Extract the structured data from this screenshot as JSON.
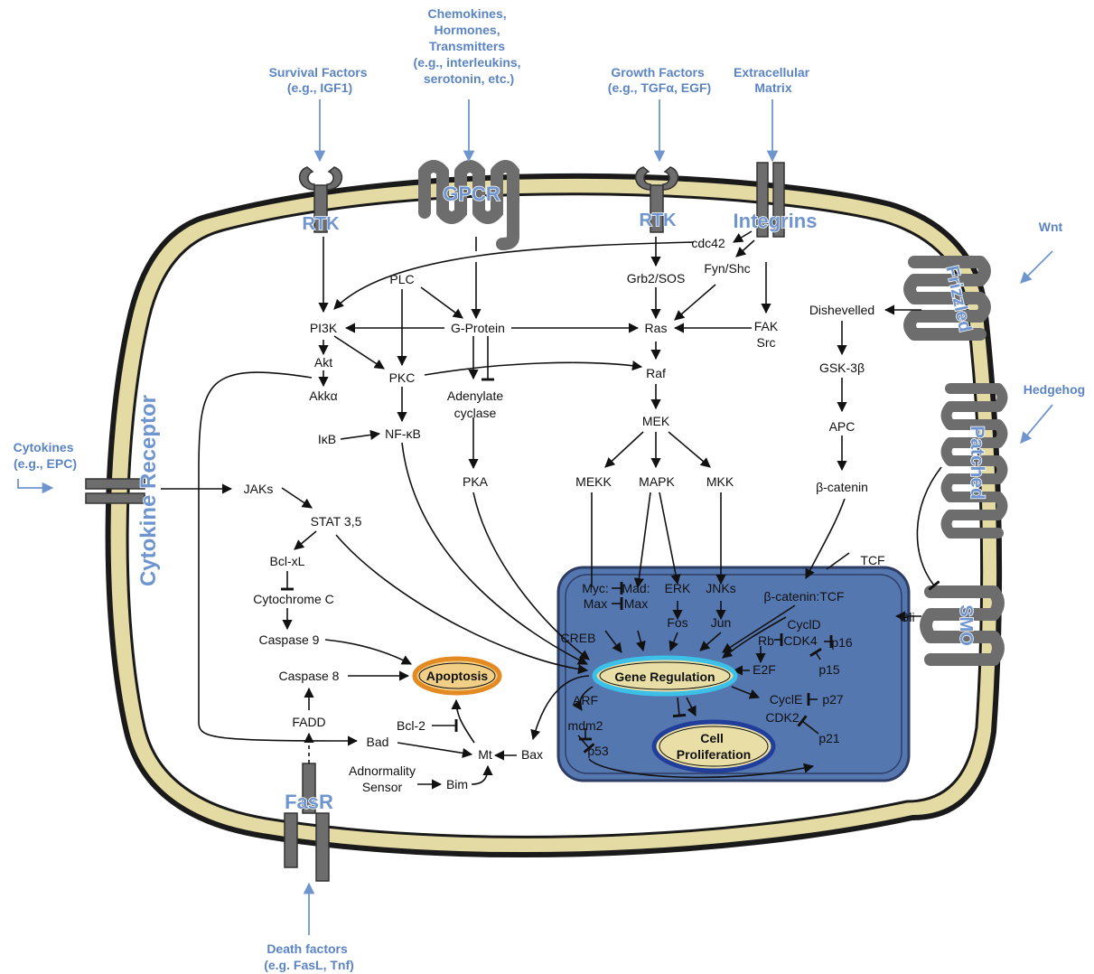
{
  "external_signals": {
    "survival": [
      "Survival Factors",
      "(e.g., IGF1)"
    ],
    "chemokines": [
      "Chemokines,",
      "Hormones,",
      "Transmitters",
      "(e.g., interleukins,",
      "serotonin, etc.)"
    ],
    "growth": [
      "Growth Factors",
      "(e.g., TGFα, EGF)"
    ],
    "ecm": [
      "Extracellular",
      "Matrix"
    ],
    "wnt": "Wnt",
    "hedgehog": "Hedgehog",
    "cytokines": [
      "Cytokines",
      "(e.g., EPC)"
    ],
    "death": [
      "Death factors",
      "(e.g. FasL, Tnf)"
    ]
  },
  "receptors": {
    "rtk_left": "RTK",
    "gpcr": "GPCR",
    "rtk_right": "RTK",
    "integrins": "Integrins",
    "frizzled": "Frizzled",
    "patched": "Patched",
    "smo": "SMO",
    "cytokine_receptor": "Cytokine Receptor",
    "fasr": "FasR"
  },
  "molecules": {
    "cdc42": "cdc42",
    "grb2": "Grb2/SOS",
    "fyn": "Fyn/Shc",
    "plc": "PLC",
    "pi3k": "PI3K",
    "gprotein": "G-Protein",
    "ras": "Ras",
    "fak": "FAK",
    "src": "Src",
    "akt": "Akt",
    "akka": "Akkα",
    "pkc": "PKC",
    "adenylate": "Adenylate",
    "cyclase": "cyclase",
    "raf": "Raf",
    "ikb": "IκB",
    "nfkb": "NF-κB",
    "mek": "MEK",
    "pka": "PKA",
    "mekk": "MEKK",
    "mapk": "MAPK",
    "mkk": "MKK",
    "dishevelled": "Dishevelled",
    "gsk3b": "GSK-3β",
    "apc": "APC",
    "bcatenin": "β-catenin",
    "tcf": "TCF",
    "gli": "Gli",
    "jaks": "JAKs",
    "stat": "STAT 3,5",
    "bclxl": "Bcl-xL",
    "cytc": "Cytochrome C",
    "casp9": "Caspase 9",
    "casp8": "Caspase 8",
    "apoptosis": "Apoptosis",
    "fadd": "FADD",
    "bcl2": "Bcl-2",
    "bad": "Bad",
    "mt": "Mt",
    "bax": "Bax",
    "abn1": "Adnormality",
    "abn2": "Sensor",
    "bim": "Bim"
  },
  "nucleus": {
    "myc1": "Myc:",
    "mad1": "Mad:",
    "max1": "Max",
    "max2": "Max",
    "erk": "ERK",
    "fos": "Fos",
    "jnks": "JNKs",
    "jun": "Jun",
    "bcat_tcf": "β-catenin:TCF",
    "creb": "CREB",
    "cycld": "CyclD",
    "rb": "Rb",
    "cdk4": "CDK4",
    "p16": "p16",
    "p15": "p15",
    "e2f": "E2F",
    "gene_regulation": "Gene Regulation",
    "arf": "ARF",
    "mdm2": "mdm2",
    "p53": "p53",
    "cycle": "CyclE",
    "p27": "p27",
    "cdk2": "CDK2",
    "p21": "p21",
    "cell": "Cell",
    "proliferation": "Proliferation"
  },
  "colors": {
    "membrane_outer": "#1a1a1a",
    "membrane_fill": "#e4dba4",
    "receptor": "#6d6d6d",
    "nucleus_fill": "#5577b0",
    "nucleus_stroke": "#2e3d64",
    "label_blue": "#5b84c4",
    "apoptosis_fill": "#f1cf86",
    "apoptosis_ring": "#e38a23",
    "gene_ring": "#3cc0e8",
    "prolif_ring": "#213e9a"
  }
}
